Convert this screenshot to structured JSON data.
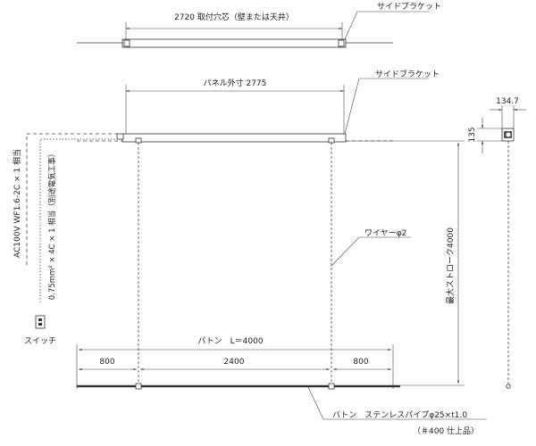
{
  "labels": {
    "mount_hole_pitch": "2720 取付穴芯（壁または天井）",
    "side_bracket_top": "サイドブラケット",
    "side_bracket_mid": "サイドブラケット",
    "panel_width": "パネル外寸 2775",
    "wire": "ワイヤーφ2",
    "max_stroke": "最大ストローク4000",
    "baton_length": "バトン　L＝4000",
    "seg_left": "800",
    "seg_center": "2400",
    "seg_right": "800",
    "baton_pipe": "バトン　ステンレスパイプφ25×t1.0",
    "finish": "（＃400 仕上品）",
    "power_cable": "AC100V  WF1.6-2C × 1 相当",
    "signal_cable": "0.75mm² × 4C × 1 相当（別途電気工事）",
    "switch": "スイッチ",
    "side_width": "134.7",
    "side_height": "135"
  }
}
